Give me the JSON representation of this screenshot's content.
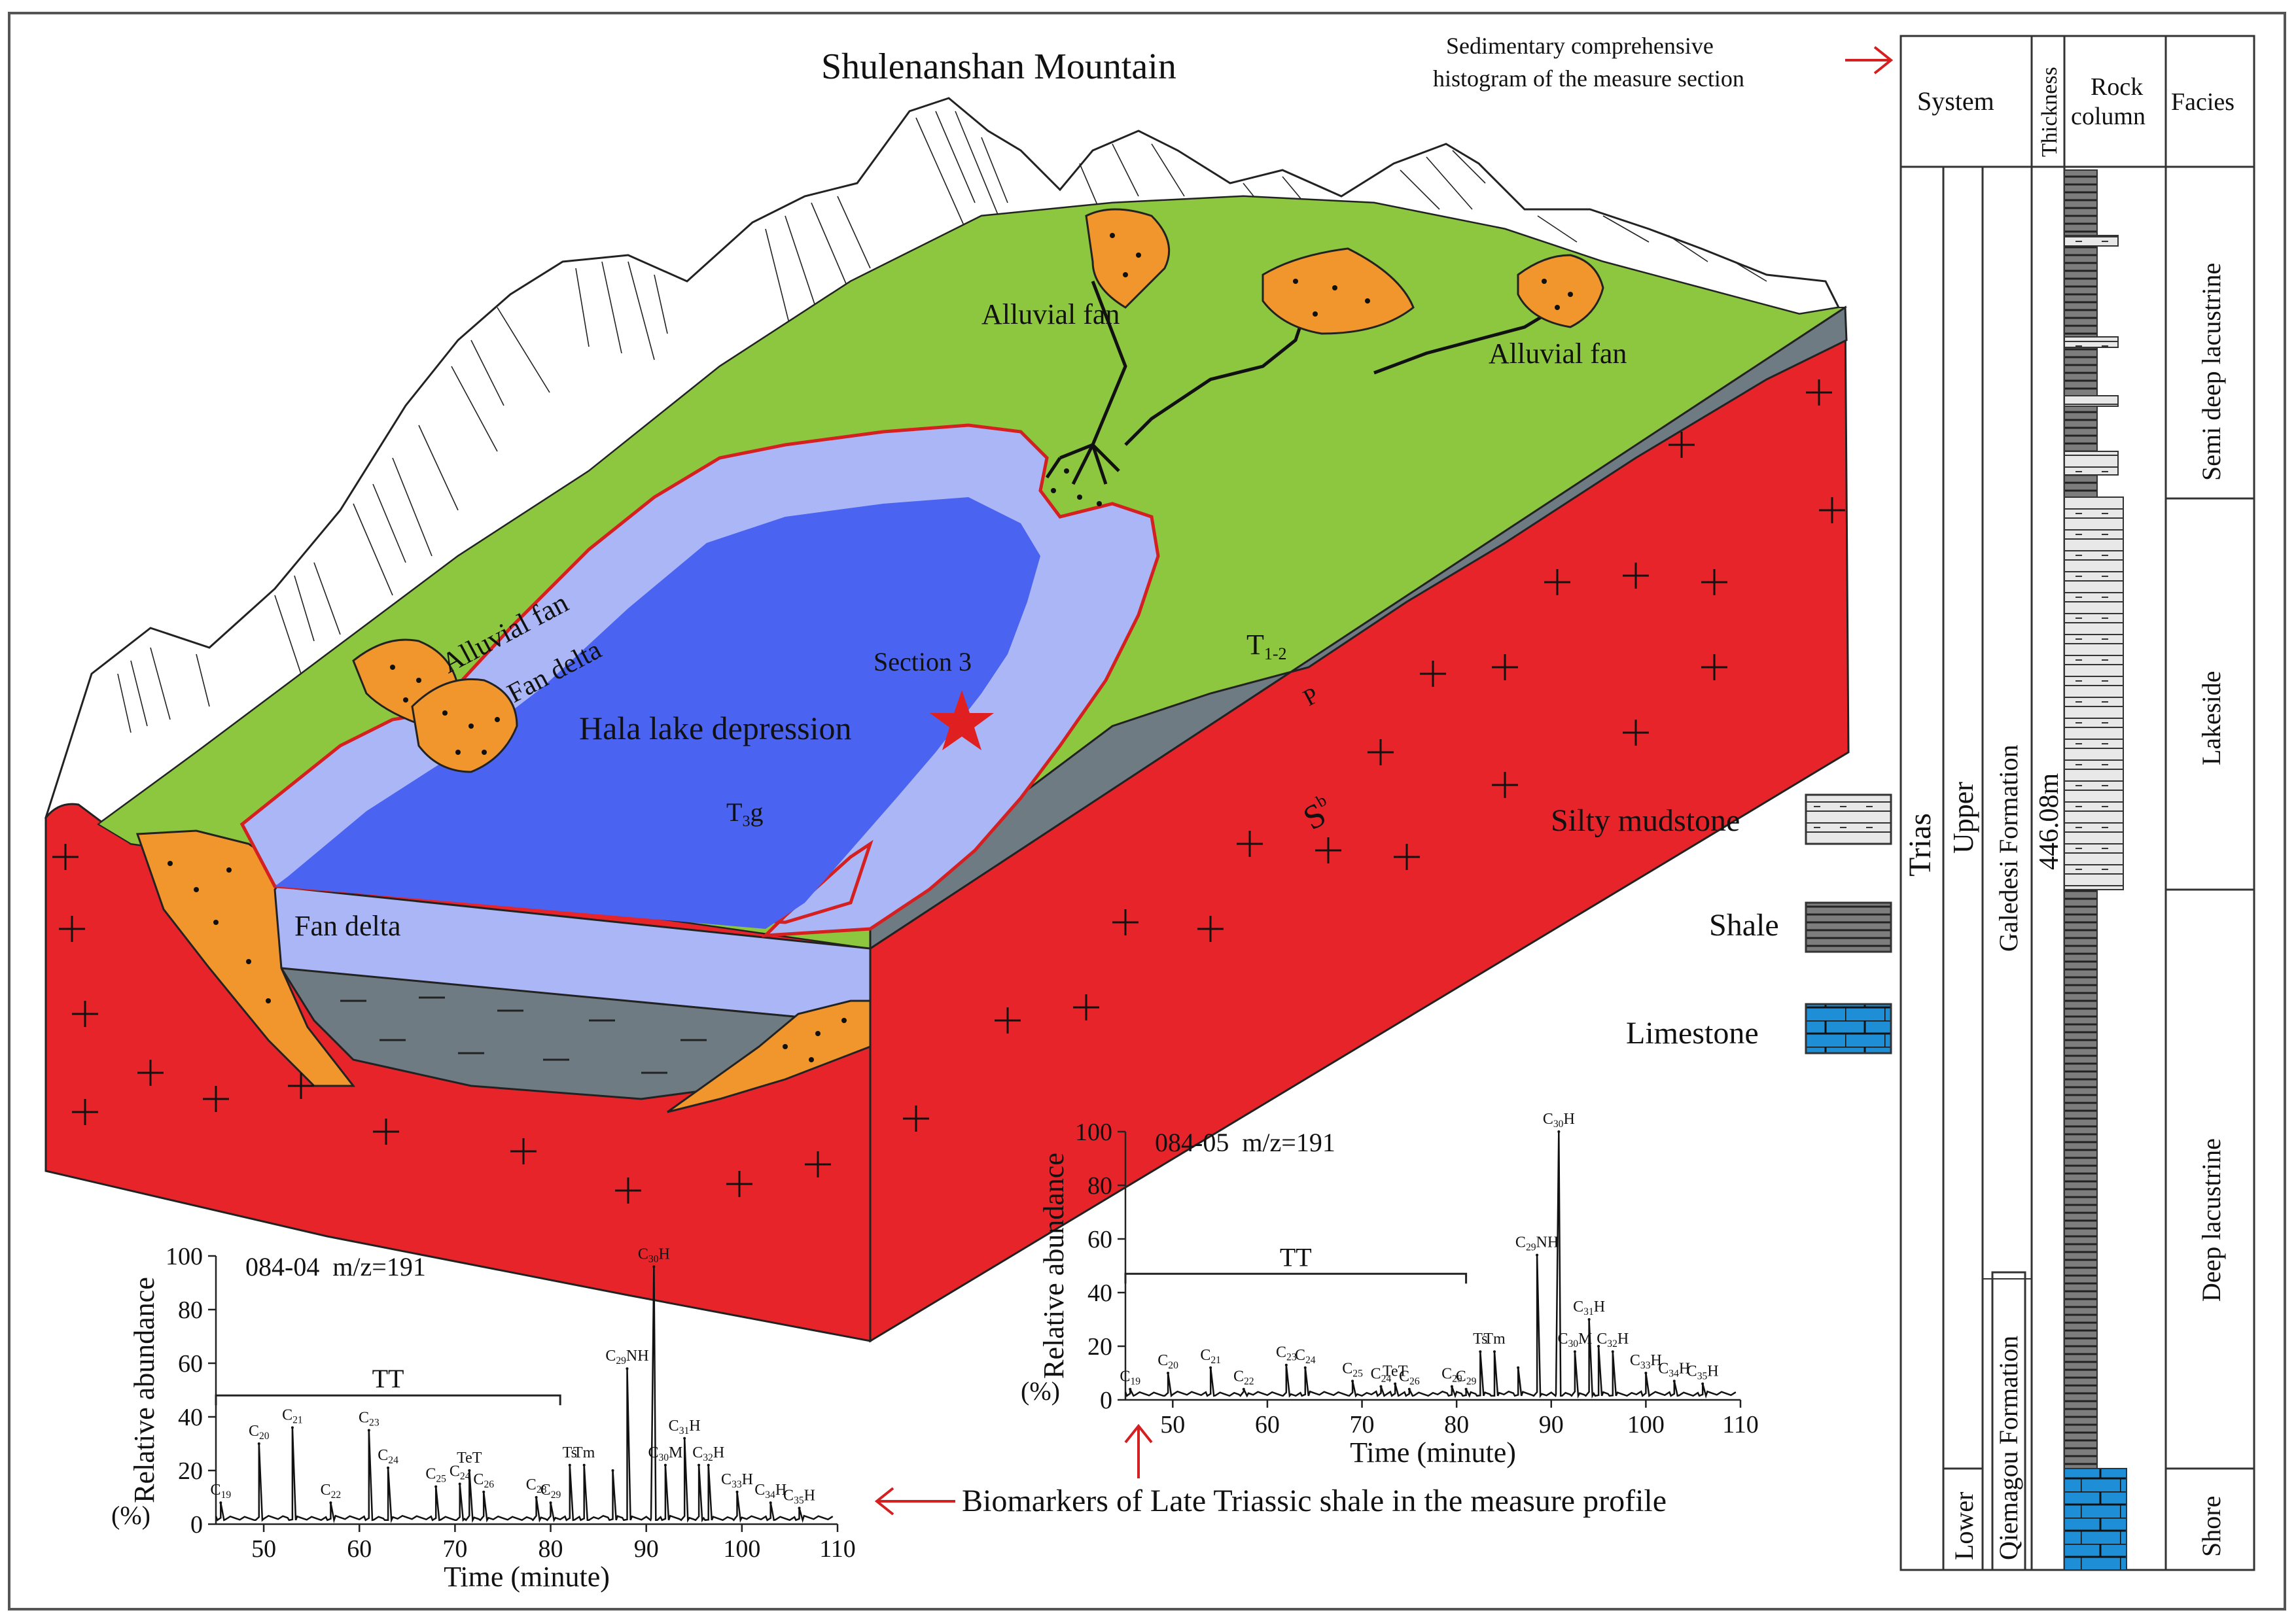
{
  "mountain_title": "Shulenanshan Mountain",
  "labels": {
    "alluvial_fan_1": "Alluvial fan",
    "alluvial_fan_2": "Alluvial fan",
    "alluvial_fan_3": "Alluvial fan",
    "fan_delta_1": "Fan delta",
    "fan_delta_2": "Fan delta",
    "depression": "Hala lake depression",
    "section": "Section 3",
    "t3g_main": "T",
    "t3g_sub": "3",
    "t3g_tail": "g",
    "t12_main": "T",
    "t12_sub": "1-2",
    "p": "P",
    "s_main": "S",
    "s_sub": "b"
  },
  "legend": [
    {
      "label": "Silty mudstone",
      "pattern": "silty-mudstone"
    },
    {
      "label": "Shale",
      "pattern": "shale"
    },
    {
      "label": "Limestone",
      "pattern": "limestone",
      "color": "#1e8fd6"
    }
  ],
  "column": {
    "caption_line1": "Sedimentary comprehensive",
    "caption_line2": "histogram of the measure section",
    "headers": {
      "system": "System",
      "thickness": "Thickness",
      "rock_line1": "Rock",
      "rock_line2": "column",
      "facies": "Facies"
    },
    "trias": "Trias",
    "upper": "Upper",
    "lower": "Lower",
    "galedesi": "Galedesi Formation",
    "qiemagou": "Qiemagou Formation",
    "thickness_value": "446.08m",
    "facies": [
      "Semi deep lacustrine",
      "Lakeside",
      "Deep lacustrine",
      "Shore"
    ]
  },
  "biomarker_caption": "Biomarkers of Late Triassic shale in the measure profile",
  "chart_data": [
    {
      "type": "line",
      "title": "084-04  m/z=191",
      "xlabel": "Time (minute)",
      "ylabel_line1": "Relative abundance",
      "ylabel_line2": "(%)",
      "xlim": [
        45,
        110
      ],
      "ylim": [
        0,
        100
      ],
      "xticks": [
        50,
        60,
        70,
        80,
        90,
        100,
        110
      ],
      "yticks": [
        0,
        20,
        40,
        60,
        80,
        100
      ],
      "bracket": {
        "label": "TT",
        "x0": 45,
        "x1": 81,
        "y": 48
      },
      "peaks": [
        {
          "x": 45.5,
          "y": 8,
          "label": "C19"
        },
        {
          "x": 49.5,
          "y": 30,
          "label": "C20"
        },
        {
          "x": 53,
          "y": 36,
          "label": "C21"
        },
        {
          "x": 57,
          "y": 8,
          "label": "C22"
        },
        {
          "x": 61,
          "y": 35,
          "label": "C23"
        },
        {
          "x": 63,
          "y": 21,
          "label": "C24"
        },
        {
          "x": 68,
          "y": 14,
          "label": "C25"
        },
        {
          "x": 70.5,
          "y": 15,
          "label": "C24"
        },
        {
          "x": 71.5,
          "y": 20,
          "label": "TeT"
        },
        {
          "x": 73,
          "y": 12,
          "label": "C26"
        },
        {
          "x": 78.5,
          "y": 10,
          "label": "C28"
        },
        {
          "x": 80,
          "y": 8,
          "label": "C29"
        },
        {
          "x": 82,
          "y": 22,
          "label": "Ts"
        },
        {
          "x": 83.5,
          "y": 22,
          "label": "Tm"
        },
        {
          "x": 86.5,
          "y": 20,
          "label": ""
        },
        {
          "x": 88,
          "y": 58,
          "label": "C29NH"
        },
        {
          "x": 90.8,
          "y": 96,
          "label": "C30H"
        },
        {
          "x": 92,
          "y": 22,
          "label": "C30M"
        },
        {
          "x": 94,
          "y": 32,
          "label": "C31H"
        },
        {
          "x": 95.5,
          "y": 22,
          "label": ""
        },
        {
          "x": 96.5,
          "y": 22,
          "label": "C32H"
        },
        {
          "x": 99.5,
          "y": 12,
          "label": "C33H"
        },
        {
          "x": 103,
          "y": 8,
          "label": "C34H"
        },
        {
          "x": 106,
          "y": 6,
          "label": "C35H"
        }
      ]
    },
    {
      "type": "line",
      "title": "084-05  m/z=191",
      "xlabel": "Time (minute)",
      "ylabel_line1": "Relative abundance",
      "ylabel_line2": "(%)",
      "xlim": [
        45,
        110
      ],
      "ylim": [
        0,
        100
      ],
      "xticks": [
        50,
        60,
        70,
        80,
        90,
        100,
        110
      ],
      "yticks": [
        0,
        20,
        40,
        60,
        80,
        100
      ],
      "bracket": {
        "label": "TT",
        "x0": 45,
        "x1": 81,
        "y": 47
      },
      "peaks": [
        {
          "x": 45.5,
          "y": 4,
          "label": "C19"
        },
        {
          "x": 49.5,
          "y": 10,
          "label": "C20"
        },
        {
          "x": 54,
          "y": 12,
          "label": "C21"
        },
        {
          "x": 57.5,
          "y": 4,
          "label": "C22"
        },
        {
          "x": 62,
          "y": 13,
          "label": "C23"
        },
        {
          "x": 64,
          "y": 12,
          "label": "C24"
        },
        {
          "x": 69,
          "y": 7,
          "label": "C25"
        },
        {
          "x": 72,
          "y": 5,
          "label": "C24"
        },
        {
          "x": 73.5,
          "y": 6,
          "label": "TeT"
        },
        {
          "x": 75,
          "y": 4,
          "label": "C26"
        },
        {
          "x": 79.5,
          "y": 5,
          "label": "C29"
        },
        {
          "x": 81,
          "y": 4,
          "label": "C29"
        },
        {
          "x": 82.5,
          "y": 18,
          "label": "Ts"
        },
        {
          "x": 84,
          "y": 18,
          "label": "Tm"
        },
        {
          "x": 86.5,
          "y": 12,
          "label": ""
        },
        {
          "x": 88.5,
          "y": 54,
          "label": "C29NH"
        },
        {
          "x": 90.8,
          "y": 100,
          "label": "C30H"
        },
        {
          "x": 92.5,
          "y": 18,
          "label": "C30M"
        },
        {
          "x": 94,
          "y": 30,
          "label": "C31H"
        },
        {
          "x": 95,
          "y": 20,
          "label": ""
        },
        {
          "x": 96.5,
          "y": 18,
          "label": "C32H"
        },
        {
          "x": 100,
          "y": 10,
          "label": "C33H"
        },
        {
          "x": 103,
          "y": 7,
          "label": "C34H"
        },
        {
          "x": 106,
          "y": 6,
          "label": "C35H"
        }
      ]
    }
  ],
  "colors": {
    "granite_red": "#e8242b",
    "grass_green": "#8dc63f",
    "gray_layer": "#6f7b82",
    "lake_deep": "#4a63f0",
    "lake_shallow": "#aab6f5",
    "fan_orange": "#f0962d",
    "star_red": "#e02020",
    "arrow_red": "#d42020",
    "limestone_blue": "#1e8fd6"
  }
}
